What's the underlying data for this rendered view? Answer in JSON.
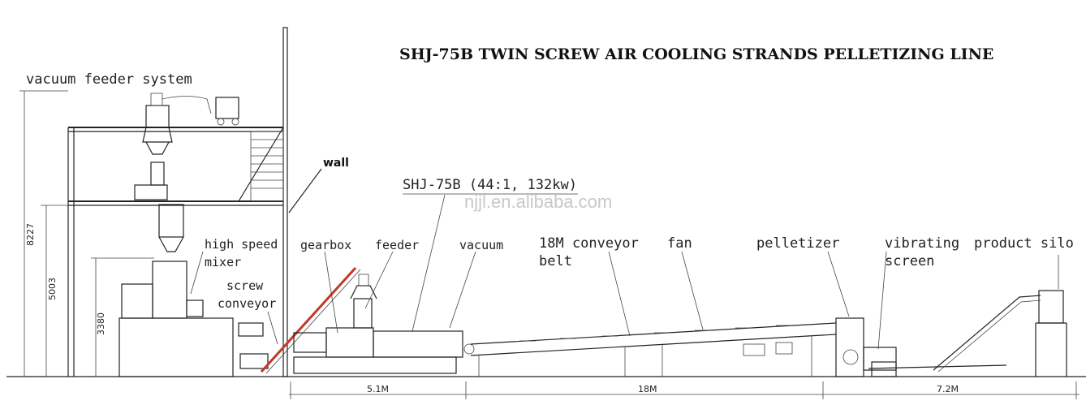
{
  "title": "SHJ-75B TWIN SCREW AIR COOLING STRANDS PELLETIZING LINE",
  "watermark": "njjl.en.alibaba.com",
  "labels": {
    "vacuum_feeder_system": "vacuum feeder system",
    "wall": "wall",
    "extruder_model": "SHJ-75B (44:1, 132kw)",
    "high_speed_mixer_1": "high speed",
    "high_speed_mixer_2": "mixer",
    "screw_conveyor_1": "screw",
    "screw_conveyor_2": "conveyor",
    "gearbox": "gearbox",
    "feeder": "feeder",
    "vacuum": "vacuum",
    "conveyor_belt_1": "18M conveyor",
    "conveyor_belt_2": "belt",
    "fan": "fan",
    "pelletizer": "pelletizer",
    "vibrating_screen_1": "vibrating",
    "vibrating_screen_2": "screen",
    "product_silo": "product silo"
  },
  "dimensions": {
    "height_total": "8227",
    "height_floor": "5003",
    "height_mixer": "3380",
    "length_extruder": "5.1M",
    "length_conveyor": "18M",
    "length_end": "7.2M"
  },
  "colors": {
    "line": "#222222",
    "watermark": "#c8c8c8",
    "accent_red": "#c0392b"
  }
}
